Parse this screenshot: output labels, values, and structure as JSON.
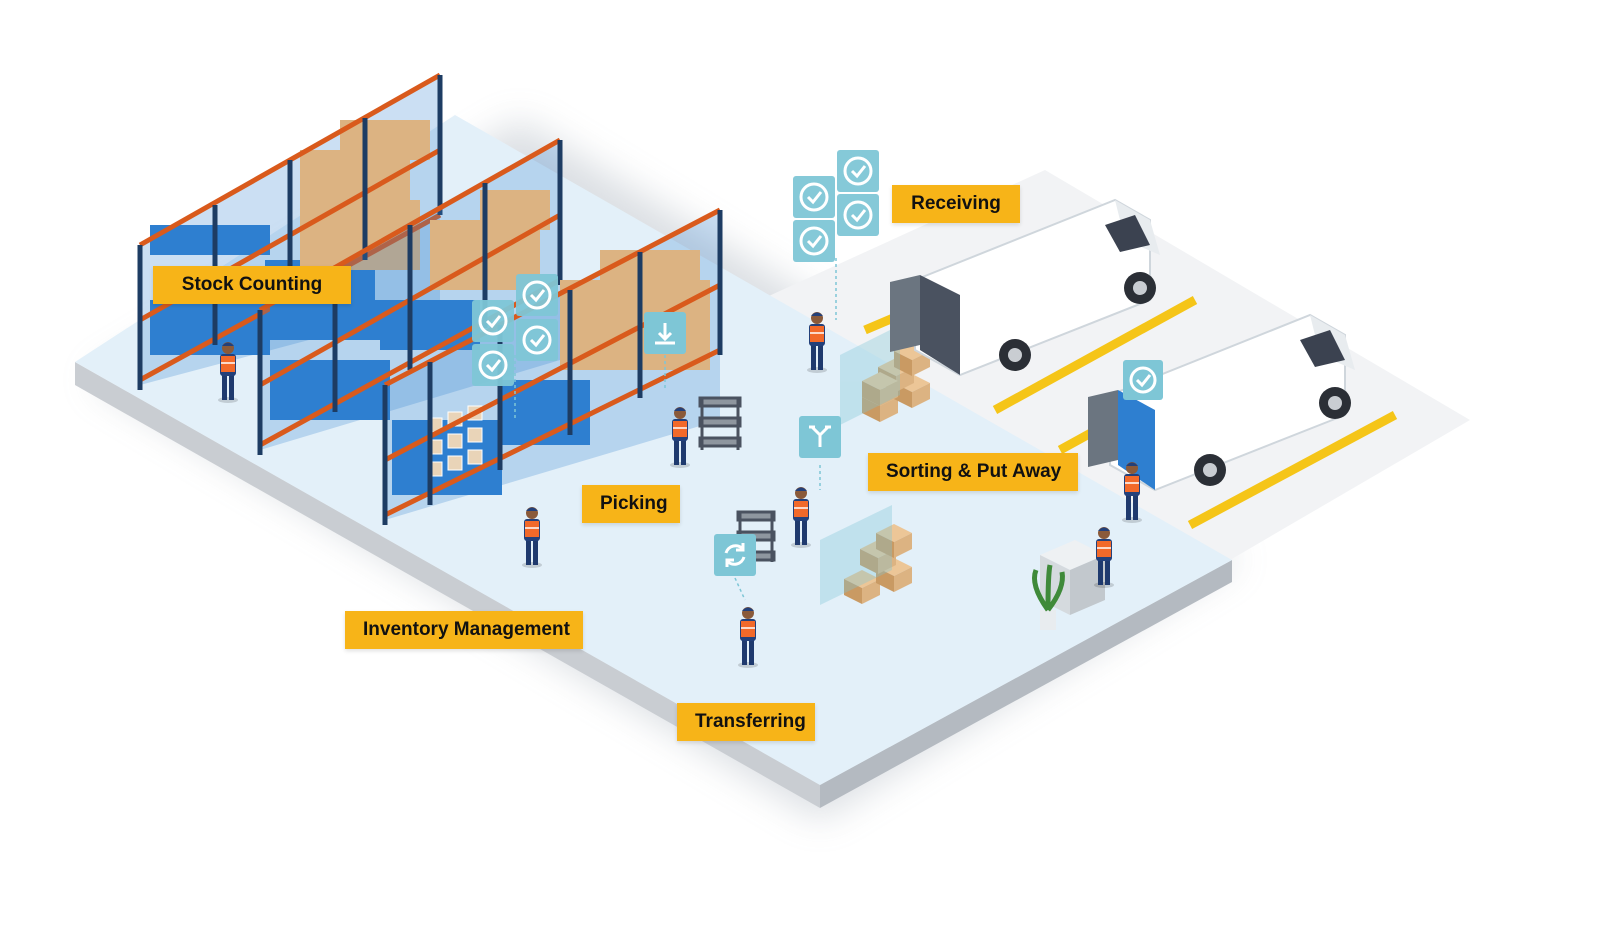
{
  "diagram": {
    "labels": {
      "receiving": "Receiving",
      "stock_counting": "Stock Counting",
      "sorting_put_away": "Sorting & Put Away",
      "picking": "Picking",
      "inventory_management": "Inventory Management",
      "transferring": "Transferring"
    },
    "colors": {
      "label_accent": "#f7b418",
      "floor": "#e3f0f9",
      "floor_edge": "#c9cdd2",
      "rack_frame": "#1d3c63",
      "rack_beam": "#d95a1c",
      "bins": "#2e7fd0",
      "boxes": "#dcb382",
      "scan_panel": "#7ec6d6",
      "lane_stripe": "#f5c518",
      "worker_vest": "#f2692a",
      "worker_uniform": "#23407a"
    },
    "icons": [
      "check-icon",
      "download-icon",
      "sort-icon",
      "transfer-icon"
    ]
  }
}
